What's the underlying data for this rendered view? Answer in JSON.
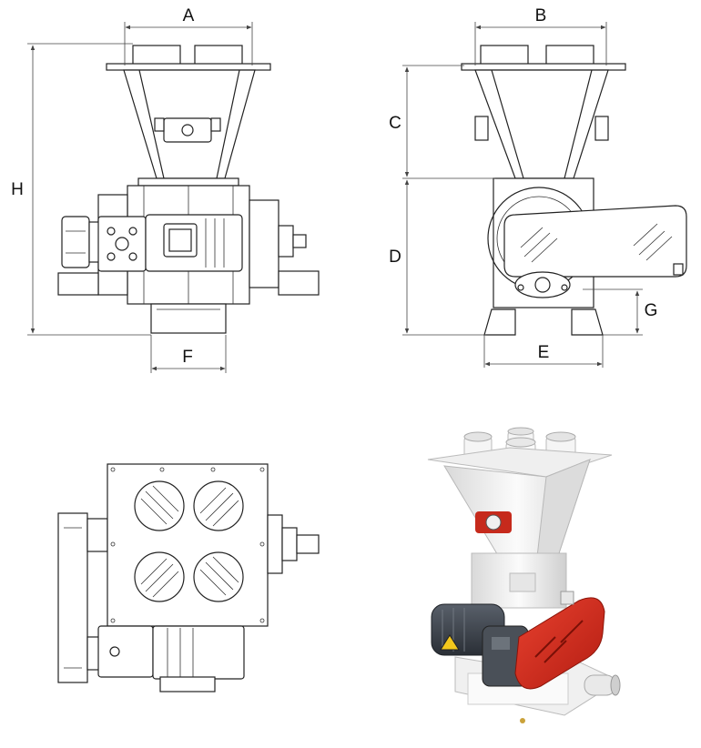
{
  "dimension_labels": {
    "a": "A",
    "b": "B",
    "c": "C",
    "d": "D",
    "e": "E",
    "f": "F",
    "g": "G",
    "h": "H"
  },
  "colors": {
    "line": "#222222",
    "machine_body": "#f2f2f2",
    "motor": "#3a4048",
    "guard": "#d42b1c",
    "background": "#ffffff"
  }
}
